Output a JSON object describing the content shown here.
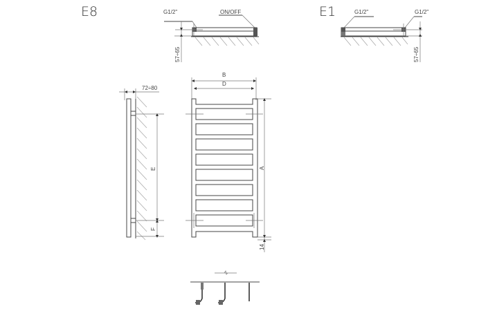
{
  "variants": {
    "e8": {
      "title": "E8",
      "conn_left": "G1/2\"",
      "conn_right": "ON/OFF",
      "depth": "57÷65"
    },
    "e1": {
      "title": "E1",
      "conn_left": "G1/2\"",
      "conn_right": "G1/2\"",
      "depth": "57÷65"
    }
  },
  "side_view": {
    "wall_distance": "72÷80",
    "dim_e": "E",
    "dim_f": "F"
  },
  "front_view": {
    "dim_a": "A",
    "dim_b": "B",
    "dim_d": "D",
    "dim_bottom": "14",
    "bars": 8
  },
  "colors": {
    "line": "#444444",
    "hatch": "#aaaaaa",
    "background": "#ffffff"
  }
}
